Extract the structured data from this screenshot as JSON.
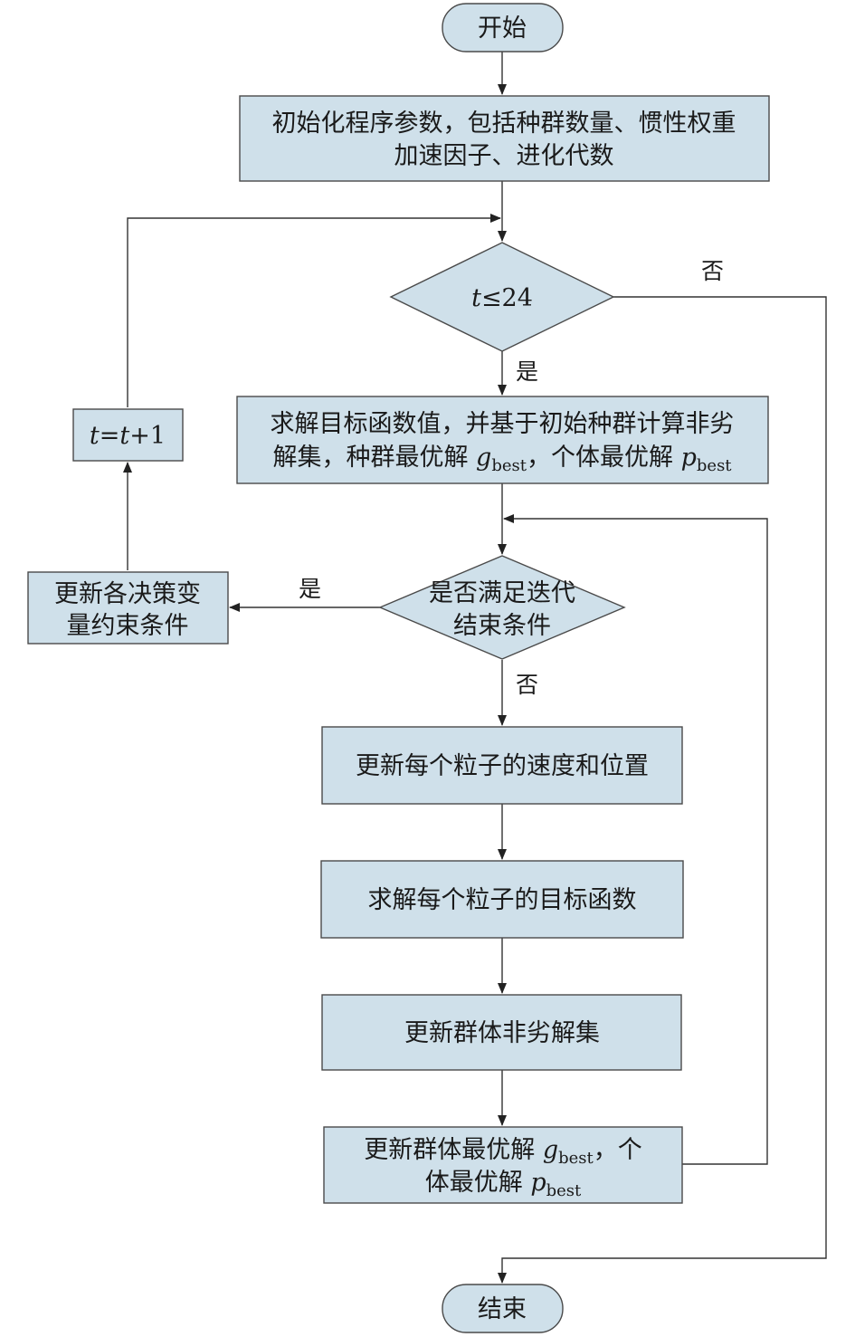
{
  "nodes": {
    "start": "开始",
    "init_line1": "初始化程序参数，包括种群数量、惯性权重",
    "init_line2": "加速因子、进化代数",
    "cond1_var": "t",
    "cond1_rest": "≤24",
    "eval_line1": "求解目标函数值，并基于初始种群计算非劣",
    "eval_line2_a": "解集，种群最优解 ",
    "eval_line2_g": "g",
    "eval_line2_gsub": "best",
    "eval_line2_b": "，个体最优解 ",
    "eval_line2_p": "p",
    "eval_line2_psub": "best",
    "incr_t1": "t",
    "incr_eq": "=",
    "incr_t2": "t",
    "incr_rest": "+1",
    "constraint_line1": "更新各决策变",
    "constraint_line2": "量约束条件",
    "cond2_line1": "是否满足迭代",
    "cond2_line2": "结束条件",
    "update_velocity": "更新每个粒子的速度和位置",
    "solve_objective": "求解每个粒子的目标函数",
    "update_nondominated": "更新群体非劣解集",
    "best_line1_a": "更新群体最优解 ",
    "best_line1_g": "g",
    "best_line1_gsub": "best",
    "best_line1_b": "，个",
    "best_line2_a": "体最优解 ",
    "best_line2_p": "p",
    "best_line2_psub": "best",
    "end": "结束"
  },
  "edge_labels": {
    "cond1_yes": "是",
    "cond1_no": "否",
    "cond2_yes": "是",
    "cond2_no": "否"
  }
}
